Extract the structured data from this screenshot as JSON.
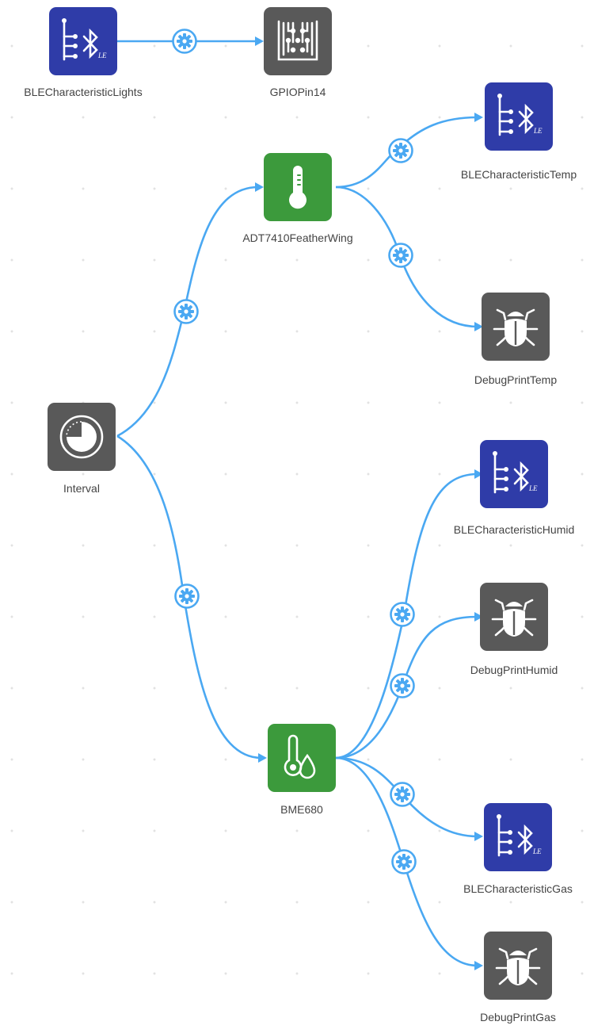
{
  "nodes": {
    "ble_lights": {
      "label": "BLECharacteristicLights",
      "icon": "ble-characteristic-icon",
      "color": "#2f3ca8"
    },
    "gpio": {
      "label": "GPIOPin14",
      "icon": "gpio-pins-icon",
      "color": "#595959"
    },
    "adt": {
      "label": "ADT7410FeatherWing",
      "icon": "thermometer-icon",
      "color": "#3c9a3c"
    },
    "ble_temp": {
      "label": "BLECharacteristicTemp",
      "icon": "ble-characteristic-icon",
      "color": "#2f3ca8"
    },
    "debug_temp": {
      "label": "DebugPrintTemp",
      "icon": "bug-icon",
      "color": "#595959"
    },
    "interval": {
      "label": "Interval",
      "icon": "timer-icon",
      "color": "#595959"
    },
    "ble_humid": {
      "label": "BLECharacteristicHumid",
      "icon": "ble-characteristic-icon",
      "color": "#2f3ca8"
    },
    "debug_humid": {
      "label": "DebugPrintHumid",
      "icon": "bug-icon",
      "color": "#595959"
    },
    "bme": {
      "label": "BME680",
      "icon": "thermometer-drop-icon",
      "color": "#3c9a3c"
    },
    "ble_gas": {
      "label": "BLECharacteristicGas",
      "icon": "ble-characteristic-icon",
      "color": "#2f3ca8"
    },
    "debug_gas": {
      "label": "DebugPrintGas",
      "icon": "bug-icon",
      "color": "#595959"
    }
  },
  "connections": [
    {
      "from": "BLECharacteristicLights",
      "to": "GPIOPin14"
    },
    {
      "from": "Interval",
      "to": "ADT7410FeatherWing"
    },
    {
      "from": "Interval",
      "to": "BME680"
    },
    {
      "from": "ADT7410FeatherWing",
      "to": "BLECharacteristicTemp"
    },
    {
      "from": "ADT7410FeatherWing",
      "to": "DebugPrintTemp"
    },
    {
      "from": "BME680",
      "to": "BLECharacteristicHumid"
    },
    {
      "from": "BME680",
      "to": "DebugPrintHumid"
    },
    {
      "from": "BME680",
      "to": "BLECharacteristicGas"
    },
    {
      "from": "BME680",
      "to": "DebugPrintGas"
    }
  ],
  "colors": {
    "wire": "#4aa8f2",
    "ble_node": "#2f3ca8",
    "sensor_node": "#3c9a3c",
    "util_node": "#595959"
  }
}
